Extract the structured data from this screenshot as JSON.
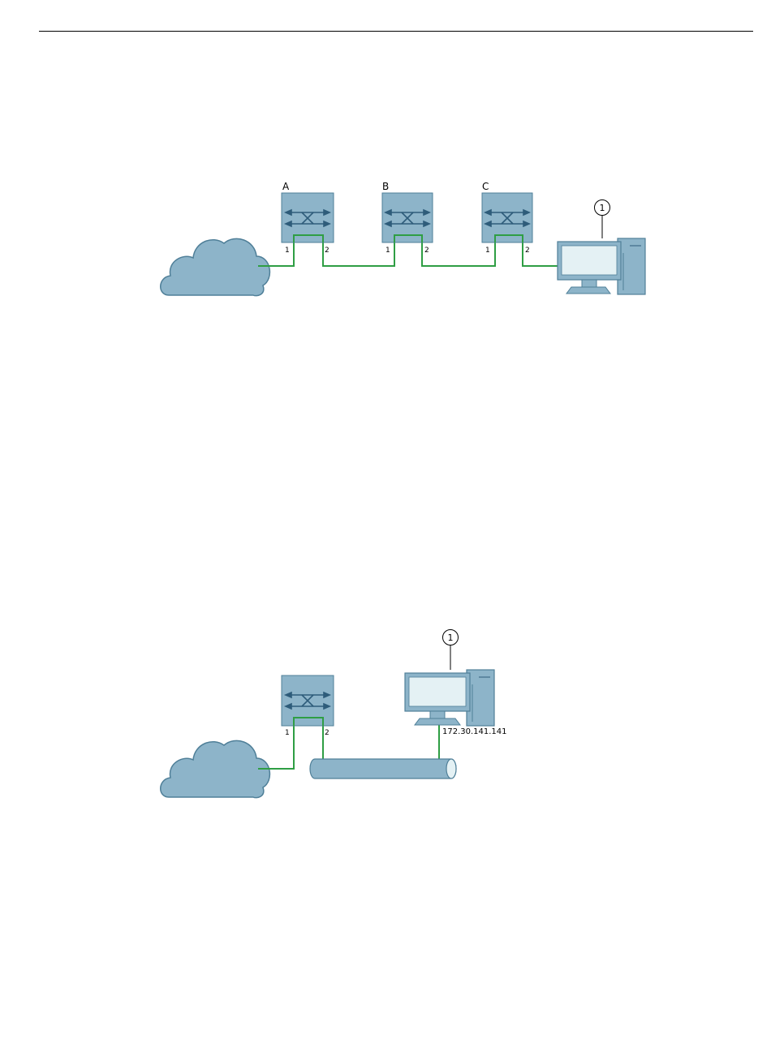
{
  "figure1": {
    "switches": [
      {
        "name": "A",
        "port_left": "1",
        "port_right": "2"
      },
      {
        "name": "B",
        "port_left": "1",
        "port_right": "2"
      },
      {
        "name": "C",
        "port_left": "1",
        "port_right": "2"
      }
    ],
    "pc_callout": "1"
  },
  "figure2": {
    "switch": {
      "port_left": "1",
      "port_right": "2"
    },
    "pc_callout": "1",
    "pc_ip": "172.30.141.141"
  },
  "colors": {
    "device_fill": "#8db4c9",
    "device_stroke": "#4f7f98",
    "arrow": "#2e5c7a",
    "link": "#2f9e44",
    "screen": "#e4f1f4"
  }
}
